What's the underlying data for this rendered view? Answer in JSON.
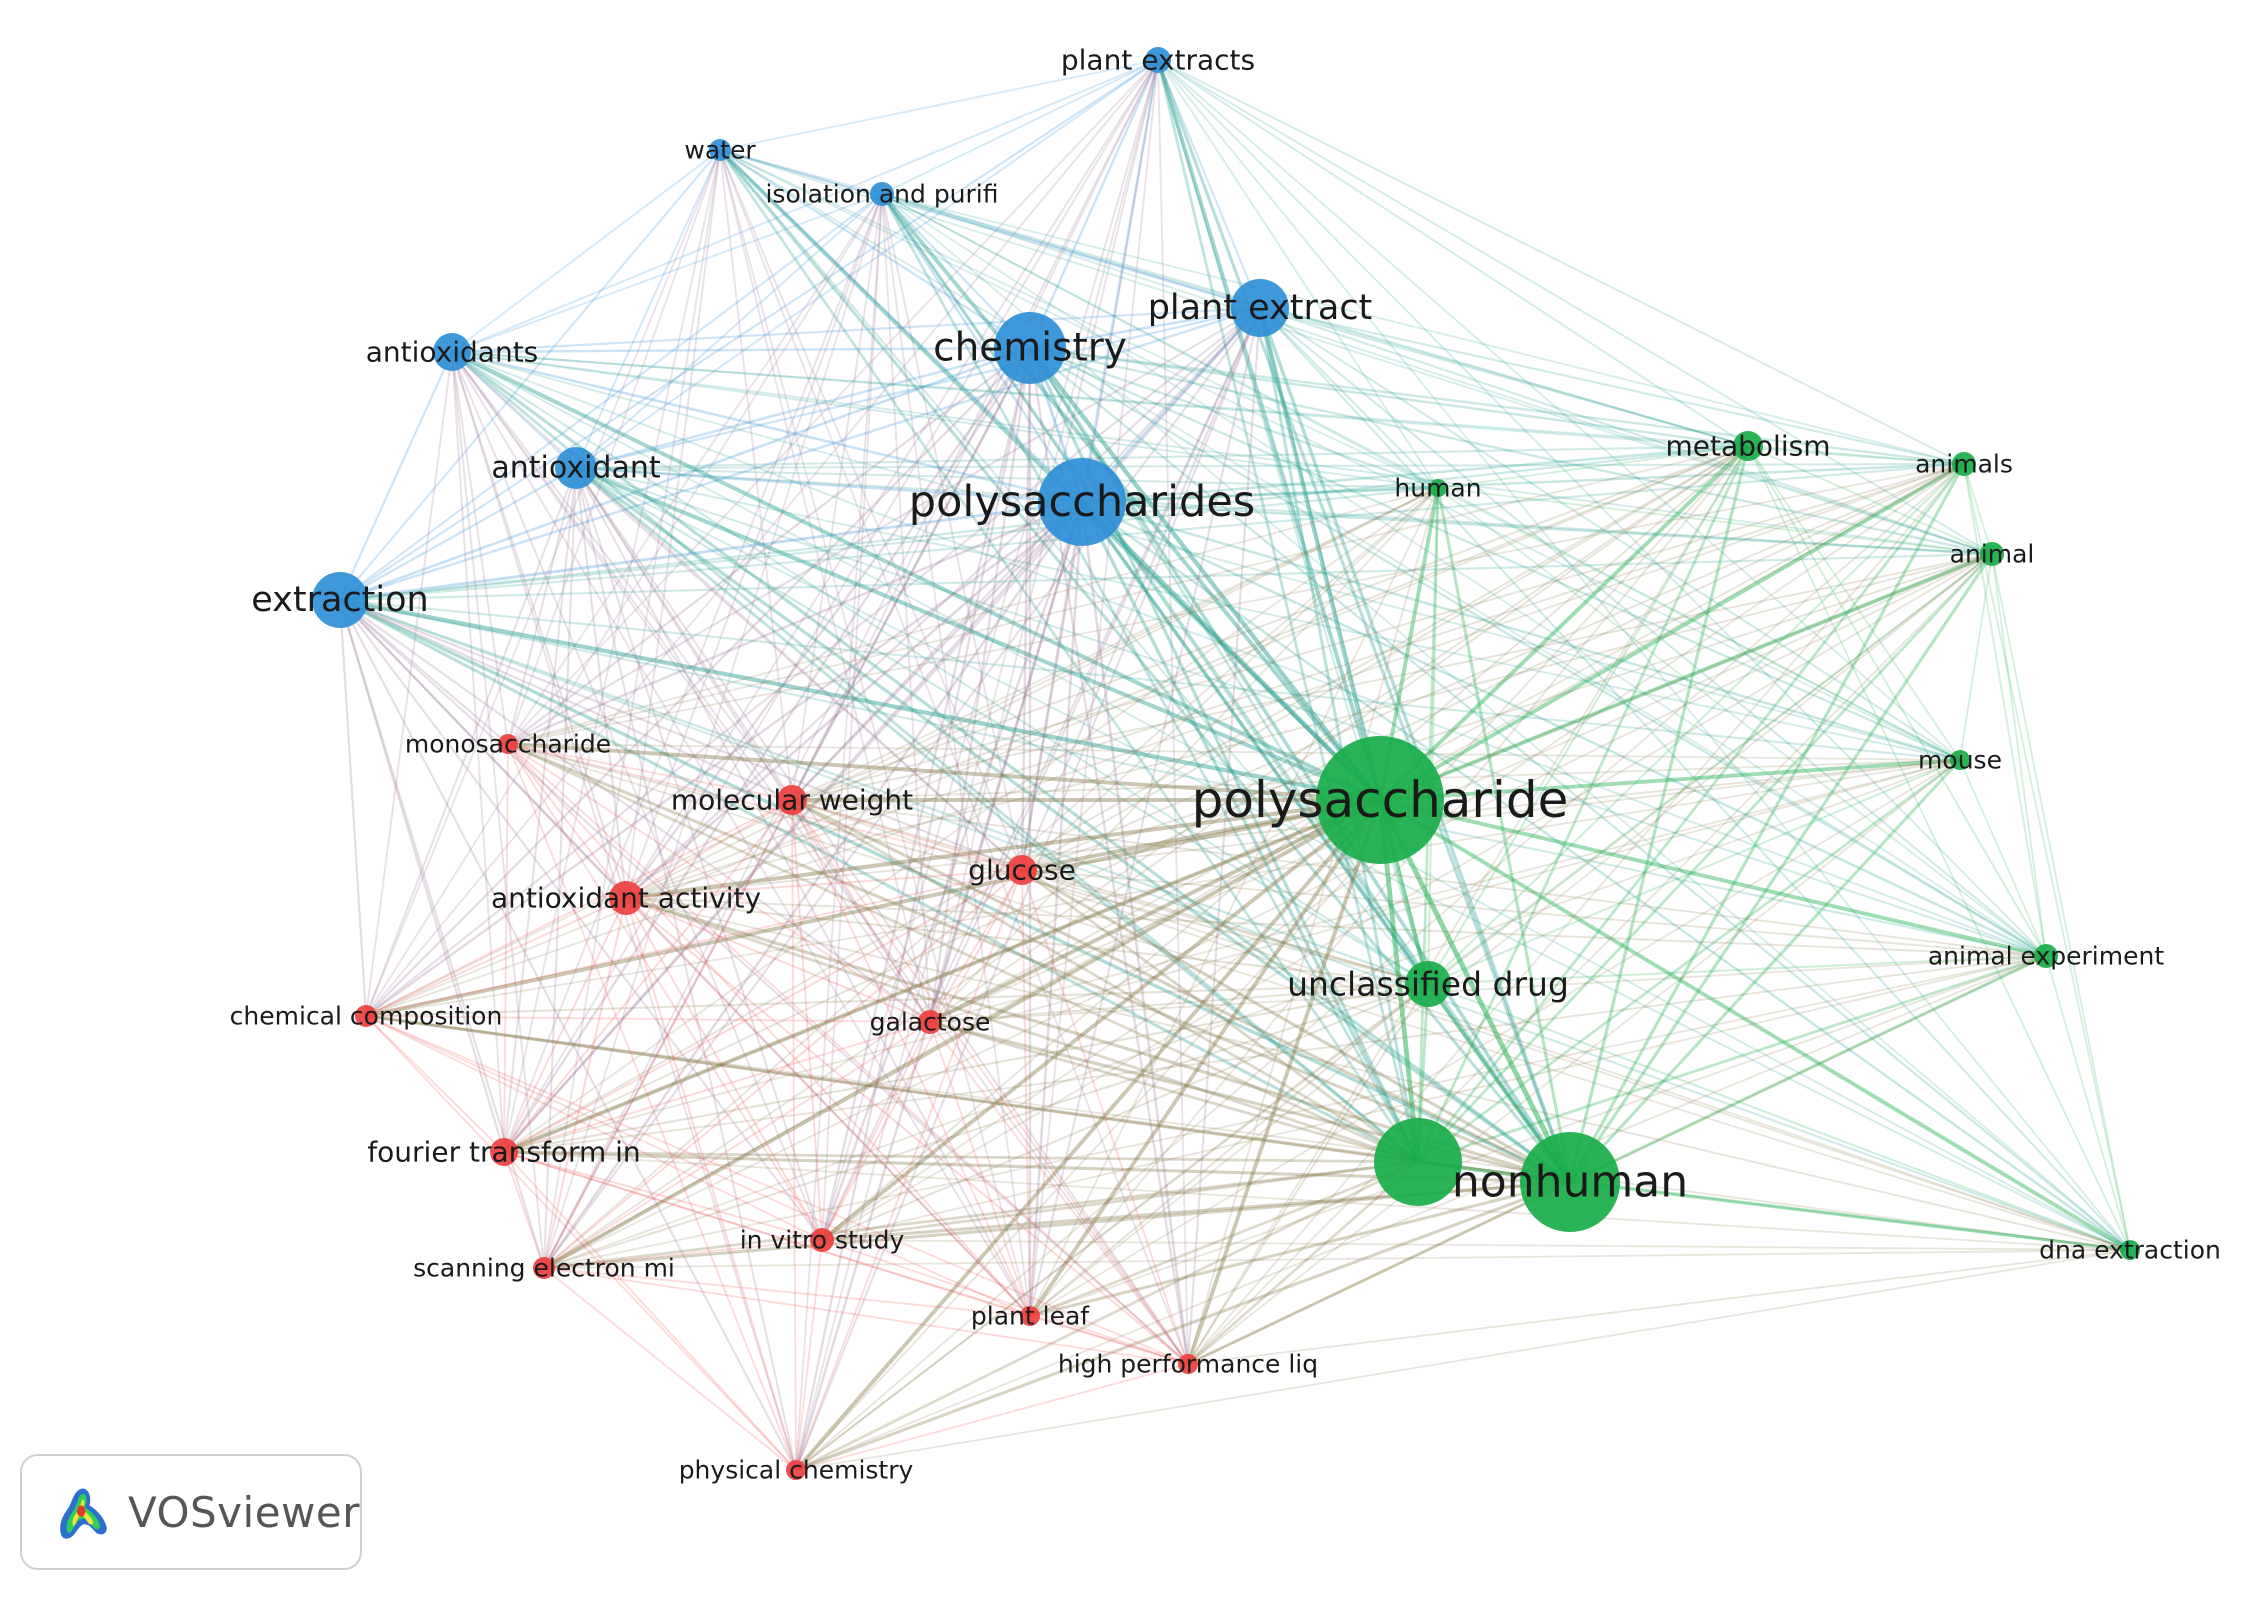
{
  "clusters": {
    "blue": "#2f8fd6",
    "green": "#19ad4a",
    "red": "#ee3f3f"
  },
  "nodes": [
    {
      "id": "plant-extracts",
      "label": "plant extracts",
      "cluster": "blue",
      "weight": 1
    },
    {
      "id": "water",
      "label": "water",
      "cluster": "blue",
      "weight": 0.7
    },
    {
      "id": "isolation",
      "label": "isolation and purifi",
      "cluster": "blue",
      "weight": 0.8
    },
    {
      "id": "plant-extract",
      "label": "plant extract",
      "cluster": "blue",
      "weight": 2.2
    },
    {
      "id": "chemistry",
      "label": "chemistry",
      "cluster": "blue",
      "weight": 3.3
    },
    {
      "id": "antioxidants",
      "label": "antioxidants",
      "cluster": "blue",
      "weight": 1.2
    },
    {
      "id": "antioxidant",
      "label": "antioxidant",
      "cluster": "blue",
      "weight": 1.6
    },
    {
      "id": "polysaccharides",
      "label": "polysaccharides",
      "cluster": "blue",
      "weight": 4.2
    },
    {
      "id": "extraction",
      "label": "extraction",
      "cluster": "blue",
      "weight": 2.4
    },
    {
      "id": "human",
      "label": "human",
      "cluster": "green",
      "weight": 0.7
    },
    {
      "id": "metabolism",
      "label": "metabolism",
      "cluster": "green",
      "weight": 1
    },
    {
      "id": "animals",
      "label": "animals",
      "cluster": "green",
      "weight": 0.8
    },
    {
      "id": "animal",
      "label": "animal",
      "cluster": "green",
      "weight": 0.8
    },
    {
      "id": "mouse",
      "label": "mouse",
      "cluster": "green",
      "weight": 0.6
    },
    {
      "id": "polysaccharide",
      "label": "polysaccharide",
      "cluster": "green",
      "weight": 12
    },
    {
      "id": "unclassified-drug",
      "label": "unclassified drug",
      "cluster": "green",
      "weight": 1.8
    },
    {
      "id": "animal-experiment",
      "label": "animal experiment",
      "cluster": "green",
      "weight": 0.8
    },
    {
      "id": "nonhuman-hub",
      "label": "",
      "cluster": "green",
      "weight": 5.5
    },
    {
      "id": "nonhuman",
      "label": "nonhuman",
      "cluster": "green",
      "weight": 7.5
    },
    {
      "id": "dna-extraction",
      "label": "dna extraction",
      "cluster": "green",
      "weight": 0.6
    },
    {
      "id": "monosaccharide",
      "label": "monosaccharide",
      "cluster": "red",
      "weight": 0.7
    },
    {
      "id": "molecular-weight",
      "label": "molecular weight",
      "cluster": "red",
      "weight": 1
    },
    {
      "id": "glucose",
      "label": "glucose",
      "cluster": "red",
      "weight": 1
    },
    {
      "id": "antioxidant-activity",
      "label": "antioxidant activity",
      "cluster": "red",
      "weight": 1.2
    },
    {
      "id": "chemical-composition",
      "label": "chemical composition",
      "cluster": "red",
      "weight": 0.7
    },
    {
      "id": "galactose",
      "label": "galactose",
      "cluster": "red",
      "weight": 0.8
    },
    {
      "id": "fourier",
      "label": "fourier transform in",
      "cluster": "red",
      "weight": 1
    },
    {
      "id": "in-vitro",
      "label": "in vitro study",
      "cluster": "red",
      "weight": 0.8
    },
    {
      "id": "sem",
      "label": "scanning electron mi",
      "cluster": "red",
      "weight": 0.8
    },
    {
      "id": "plant-leaf",
      "label": "plant leaf",
      "cluster": "red",
      "weight": 0.7
    },
    {
      "id": "hplc",
      "label": "high performance liq",
      "cluster": "red",
      "weight": 0.7
    },
    {
      "id": "physical-chemistry",
      "label": "physical chemistry",
      "cluster": "red",
      "weight": 0.7
    }
  ],
  "logo": {
    "text": "VOSviewer",
    "icon": "vosviewer-density-icon"
  }
}
